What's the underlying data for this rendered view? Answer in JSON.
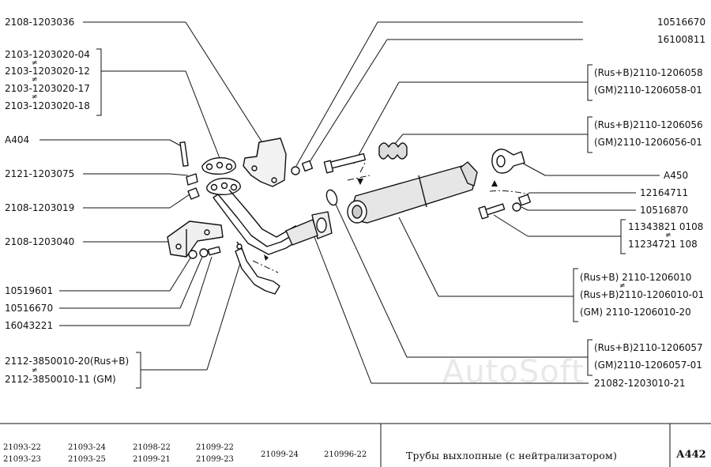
{
  "diagram": {
    "left_labels": {
      "p1": "2108-1203036",
      "p2a": "2103-1203020-04",
      "p2b": "2103-1203020-12",
      "p2c": "2103-1203020-17",
      "p2d": "2103-1203020-18",
      "p3": "А404",
      "p4": "2121-1203075",
      "p5": "2108-1203019",
      "p6": "2108-1203040",
      "p7": "10519601",
      "p8": "10516670",
      "p9": "16043221",
      "p10a": "2112-3850010-20(Rus+B)",
      "p10b": "2112-3850010-11   (GM)"
    },
    "right_labels": {
      "q1": "10516670",
      "q2": "16100811",
      "q3a": "(Rus+B)2110-1206058",
      "q3b": "(GM)2110-1206058-01",
      "q4a": "(Rus+B)2110-1206056",
      "q4b": "(GM)2110-1206056-01",
      "q5": "А450",
      "q6": "12164711",
      "q7": "10516870",
      "q8a": "11343821  0108",
      "q8b": "11234721    108",
      "q9a": "(Rus+B)    2110-1206010",
      "q9b": "(Rus+B)2110-1206010-01",
      "q9c": "(GM)      2110-1206010-20",
      "q10a": "(Rus+B)2110-1206057",
      "q10b": "(GM)2110-1206057-01",
      "q11": "21082-1203010-21"
    },
    "ne_symbol": "≠",
    "watermark": "AutoSoft"
  },
  "footer": {
    "models": [
      "21093-22",
      "21093-24",
      "21098-22",
      "21099-22",
      "21093-23",
      "21093-25",
      "21099-21",
      "21099-23",
      "21099-24",
      "210996-22"
    ],
    "title": "Трубы выхлопные (с нейтрализатором)",
    "code": "А442"
  }
}
